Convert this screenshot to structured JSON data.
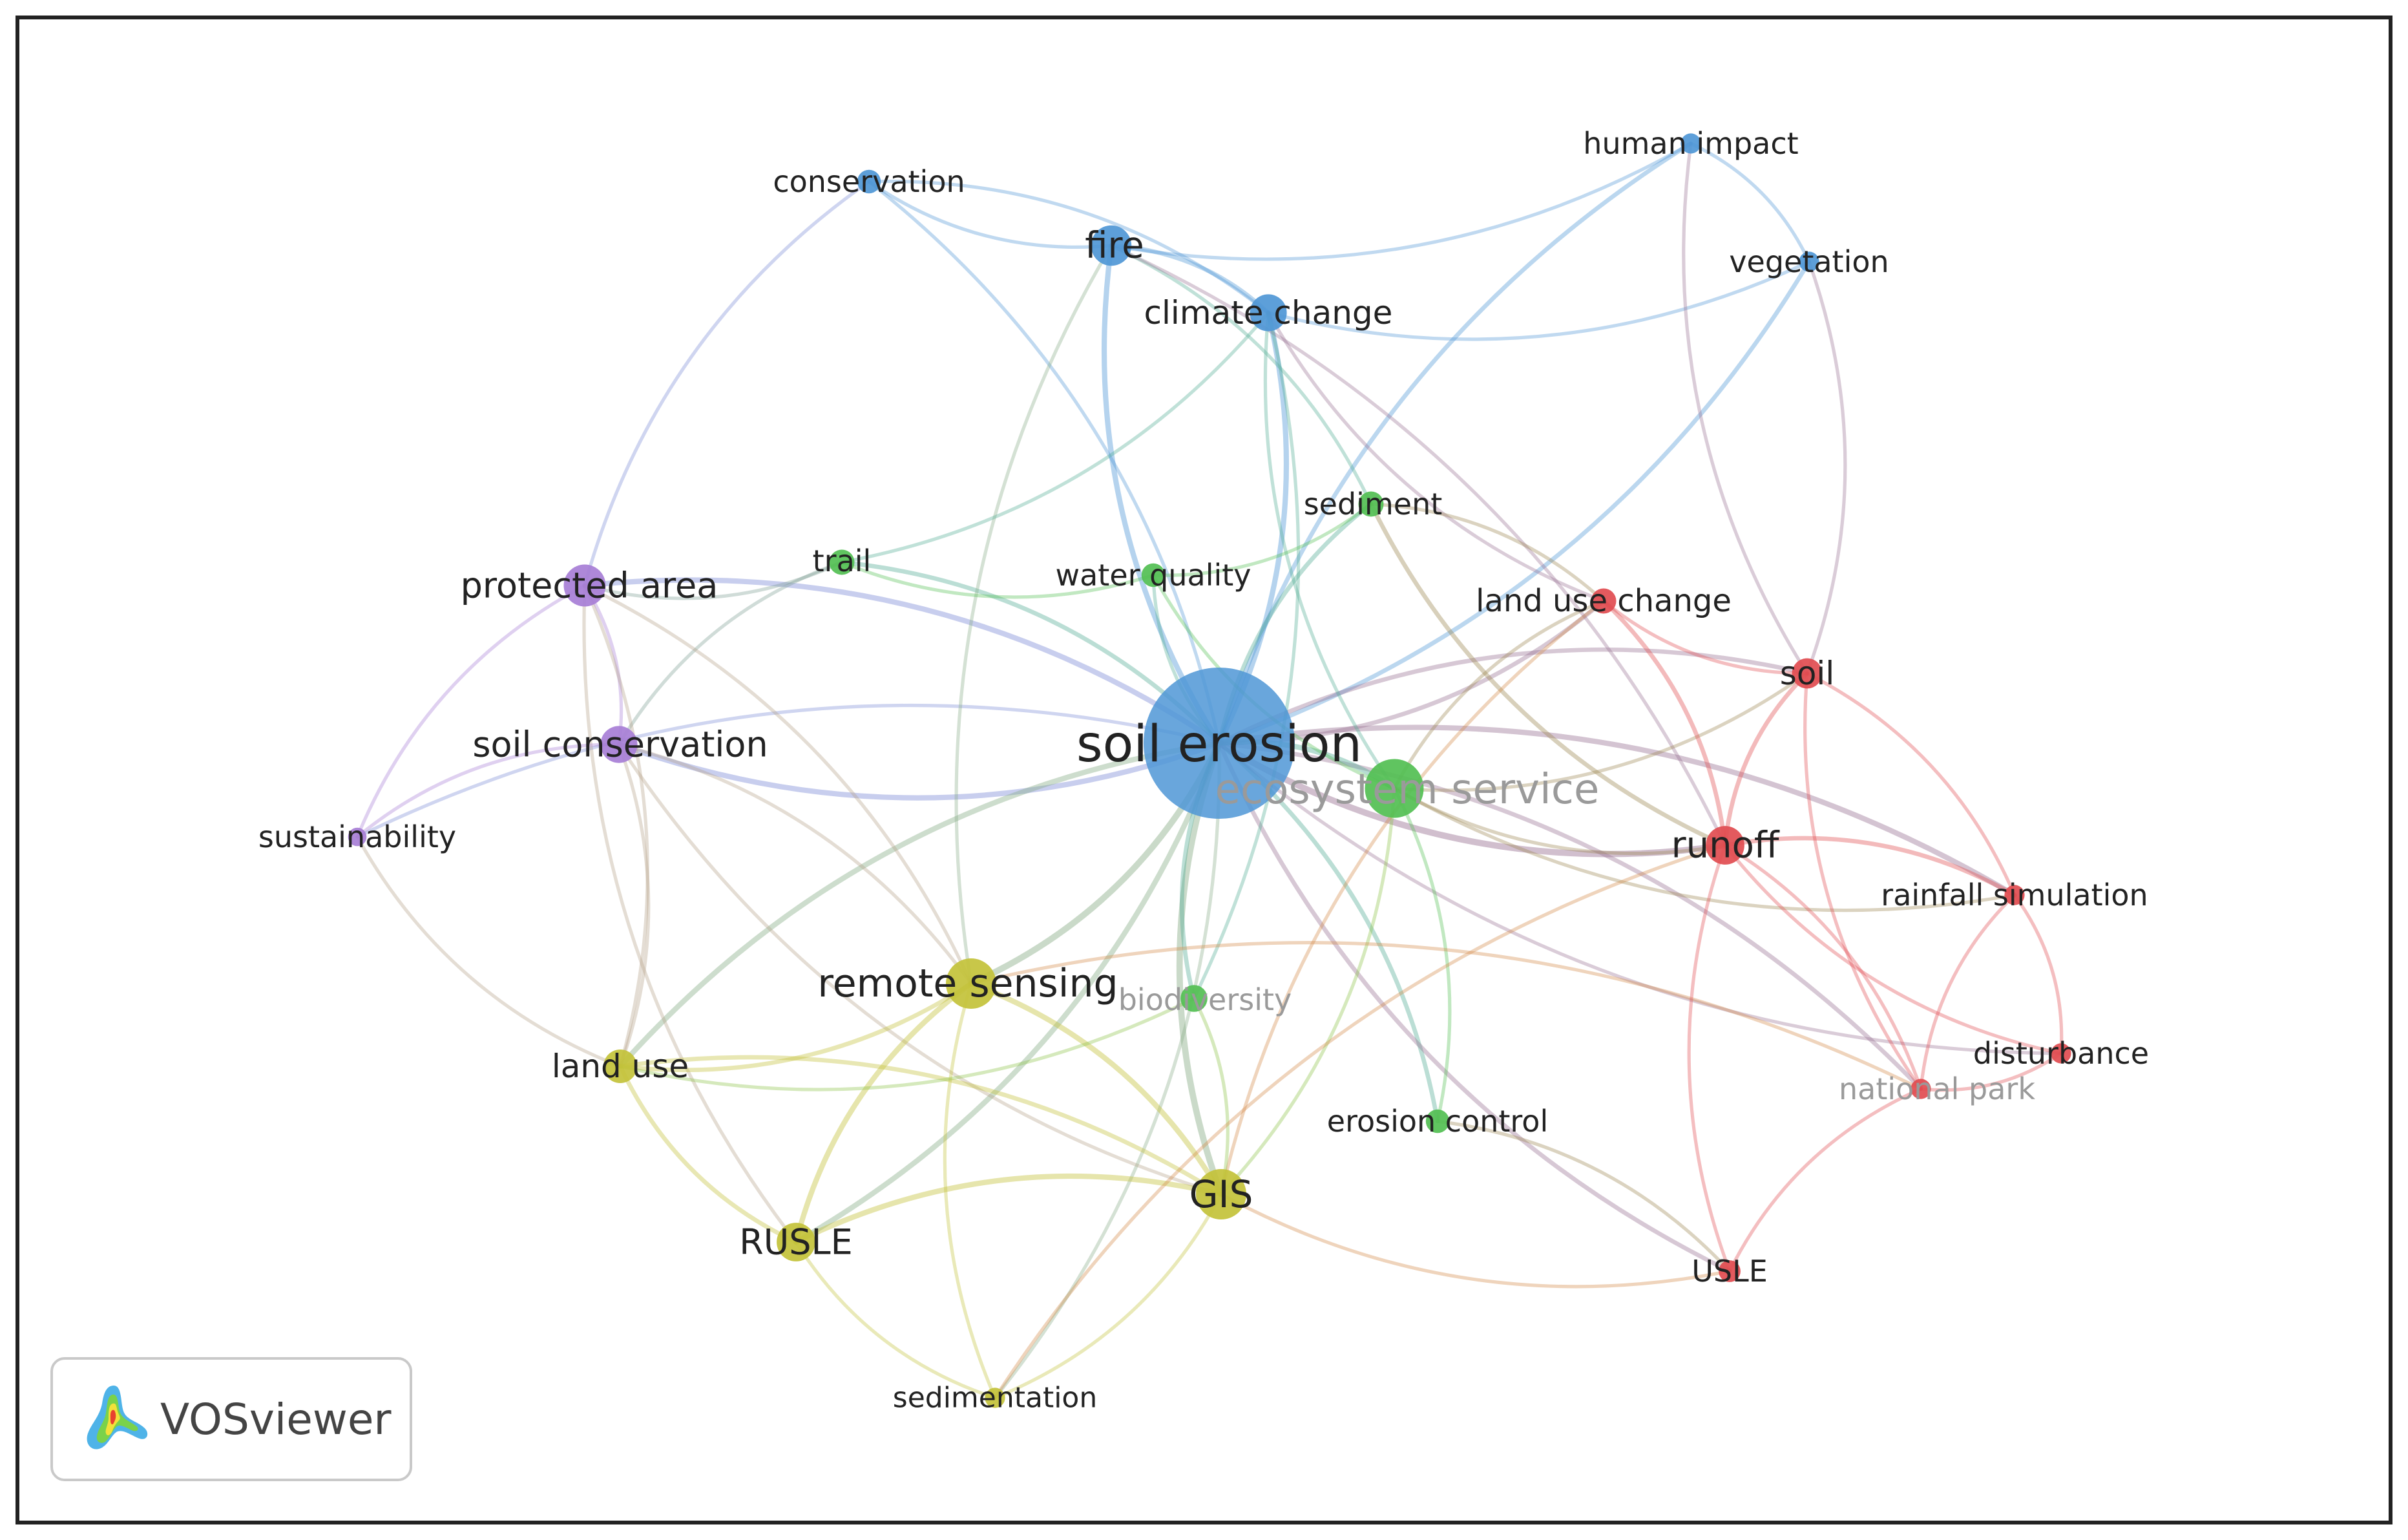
{
  "app": {
    "name": "VOSviewer"
  },
  "colors": {
    "cluster-blue": "#4f97d6",
    "cluster-green": "#52bf52",
    "cluster-red": "#e14c50",
    "cluster-yellow": "#c3c23a",
    "cluster-purple": "#a77ed6",
    "faded-label": "#9a9a9a",
    "label": "#222222"
  },
  "network": {
    "nodes": [
      {
        "id": "soil-erosion",
        "label": "soil erosion",
        "cluster": "cluster-blue",
        "size": 9
      },
      {
        "id": "ecosystem-service",
        "label": "ecosystem service",
        "cluster": "cluster-green",
        "size": 3.5,
        "faded": true
      },
      {
        "id": "conservation",
        "label": "conservation",
        "cluster": "cluster-blue",
        "size": 1.4
      },
      {
        "id": "fire",
        "label": "fire",
        "cluster": "cluster-blue",
        "size": 2.4
      },
      {
        "id": "climate-change",
        "label": "climate change",
        "cluster": "cluster-blue",
        "size": 2.2
      },
      {
        "id": "human-impact",
        "label": "human impact",
        "cluster": "cluster-blue",
        "size": 1.2
      },
      {
        "id": "vegetation",
        "label": "vegetation",
        "cluster": "cluster-blue",
        "size": 1.2
      },
      {
        "id": "sediment",
        "label": "sediment",
        "cluster": "cluster-green",
        "size": 1.5
      },
      {
        "id": "trail",
        "label": "trail",
        "cluster": "cluster-green",
        "size": 1.5
      },
      {
        "id": "water-quality",
        "label": "water quality",
        "cluster": "cluster-green",
        "size": 1.4
      },
      {
        "id": "biodiversity",
        "label": "biodiversity",
        "cluster": "cluster-green",
        "size": 1.6,
        "faded": true
      },
      {
        "id": "erosion-control",
        "label": "erosion control",
        "cluster": "cluster-green",
        "size": 1.4
      },
      {
        "id": "protected-area",
        "label": "protected area",
        "cluster": "cluster-purple",
        "size": 2.5
      },
      {
        "id": "soil-conservation",
        "label": "soil conservation",
        "cluster": "cluster-purple",
        "size": 2.2
      },
      {
        "id": "sustainability",
        "label": "sustainability",
        "cluster": "cluster-purple",
        "size": 1.1
      },
      {
        "id": "remote-sensing",
        "label": "remote sensing",
        "cluster": "cluster-yellow",
        "size": 3
      },
      {
        "id": "land-use",
        "label": "land use",
        "cluster": "cluster-yellow",
        "size": 2
      },
      {
        "id": "rusle",
        "label": "RUSLE",
        "cluster": "cluster-yellow",
        "size": 2.3
      },
      {
        "id": "gis",
        "label": "GIS",
        "cluster": "cluster-yellow",
        "size": 3
      },
      {
        "id": "sedimentation",
        "label": "sedimentation",
        "cluster": "cluster-yellow",
        "size": 1.2
      },
      {
        "id": "land-use-change",
        "label": "land use change",
        "cluster": "cluster-red",
        "size": 1.5
      },
      {
        "id": "soil",
        "label": "soil",
        "cluster": "cluster-red",
        "size": 1.8
      },
      {
        "id": "runoff",
        "label": "runoff",
        "cluster": "cluster-red",
        "size": 2.3
      },
      {
        "id": "rainfall-simulation",
        "label": "rainfall simulation",
        "cluster": "cluster-red",
        "size": 1.2
      },
      {
        "id": "disturbance",
        "label": "disturbance",
        "cluster": "cluster-red",
        "size": 1.2
      },
      {
        "id": "national-park",
        "label": "national park",
        "cluster": "cluster-red",
        "size": 1.2,
        "faded": true
      },
      {
        "id": "usle",
        "label": "USLE",
        "cluster": "cluster-red",
        "size": 1.3
      }
    ],
    "links": [
      [
        "soil-erosion",
        "conservation",
        1
      ],
      [
        "soil-erosion",
        "fire",
        2
      ],
      [
        "soil-erosion",
        "climate-change",
        2
      ],
      [
        "soil-erosion",
        "human-impact",
        1.5
      ],
      [
        "soil-erosion",
        "vegetation",
        1.5
      ],
      [
        "soil-erosion",
        "sediment",
        1.5
      ],
      [
        "soil-erosion",
        "trail",
        1.5
      ],
      [
        "soil-erosion",
        "water-quality",
        1
      ],
      [
        "soil-erosion",
        "protected-area",
        2
      ],
      [
        "soil-erosion",
        "soil-conservation",
        2
      ],
      [
        "soil-erosion",
        "sustainability",
        1
      ],
      [
        "soil-erosion",
        "remote-sensing",
        2.5
      ],
      [
        "soil-erosion",
        "land-use",
        2
      ],
      [
        "soil-erosion",
        "rusle",
        2
      ],
      [
        "soil-erosion",
        "gis",
        2.5
      ],
      [
        "soil-erosion",
        "sedimentation",
        1
      ],
      [
        "soil-erosion",
        "biodiversity",
        1.5
      ],
      [
        "soil-erosion",
        "erosion-control",
        1.5
      ],
      [
        "soil-erosion",
        "land-use-change",
        1.5
      ],
      [
        "soil-erosion",
        "soil",
        1.5
      ],
      [
        "soil-erosion",
        "runoff",
        2.5
      ],
      [
        "soil-erosion",
        "rainfall-simulation",
        2
      ],
      [
        "soil-erosion",
        "disturbance",
        1
      ],
      [
        "soil-erosion",
        "national-park",
        1.5
      ],
      [
        "soil-erosion",
        "usle",
        1.5
      ],
      [
        "soil-erosion",
        "ecosystem-service",
        2
      ],
      [
        "conservation",
        "fire",
        1
      ],
      [
        "conservation",
        "climate-change",
        1
      ],
      [
        "conservation",
        "protected-area",
        1
      ],
      [
        "fire",
        "climate-change",
        1.5
      ],
      [
        "fire",
        "human-impact",
        1
      ],
      [
        "fire",
        "sediment",
        1
      ],
      [
        "fire",
        "remote-sensing",
        1
      ],
      [
        "fire",
        "runoff",
        1
      ],
      [
        "climate-change",
        "vegetation",
        1
      ],
      [
        "climate-change",
        "trail",
        1
      ],
      [
        "climate-change",
        "ecosystem-service",
        1
      ],
      [
        "climate-change",
        "biodiversity",
        1
      ],
      [
        "climate-change",
        "land-use-change",
        1
      ],
      [
        "human-impact",
        "vegetation",
        1
      ],
      [
        "human-impact",
        "soil",
        1
      ],
      [
        "vegetation",
        "soil",
        1
      ],
      [
        "trail",
        "water-quality",
        1
      ],
      [
        "trail",
        "protected-area",
        1
      ],
      [
        "trail",
        "soil-conservation",
        1
      ],
      [
        "sediment",
        "land-use-change",
        1
      ],
      [
        "sediment",
        "runoff",
        1.5
      ],
      [
        "sediment",
        "water-quality",
        1
      ],
      [
        "water-quality",
        "ecosystem-service",
        1
      ],
      [
        "ecosystem-service",
        "land-use-change",
        1
      ],
      [
        "ecosystem-service",
        "soil",
        1
      ],
      [
        "ecosystem-service",
        "erosion-control",
        1
      ],
      [
        "ecosystem-service",
        "runoff",
        1
      ],
      [
        "ecosystem-service",
        "gis",
        1
      ],
      [
        "ecosystem-service",
        "rainfall-simulation",
        1
      ],
      [
        "protected-area",
        "soil-conservation",
        1
      ],
      [
        "protected-area",
        "sustainability",
        1
      ],
      [
        "protected-area",
        "land-use",
        1
      ],
      [
        "protected-area",
        "rusle",
        1
      ],
      [
        "protected-area",
        "remote-sensing",
        1
      ],
      [
        "soil-conservation",
        "sustainability",
        1
      ],
      [
        "soil-conservation",
        "land-use",
        1
      ],
      [
        "soil-conservation",
        "gis",
        1
      ],
      [
        "soil-conservation",
        "remote-sensing",
        1
      ],
      [
        "sustainability",
        "land-use",
        1
      ],
      [
        "remote-sensing",
        "land-use",
        1.5
      ],
      [
        "remote-sensing",
        "rusle",
        2
      ],
      [
        "remote-sensing",
        "gis",
        2
      ],
      [
        "remote-sensing",
        "sedimentation",
        1
      ],
      [
        "remote-sensing",
        "national-park",
        1
      ],
      [
        "land-use",
        "rusle",
        1.5
      ],
      [
        "land-use",
        "gis",
        1.5
      ],
      [
        "land-use",
        "biodiversity",
        1
      ],
      [
        "rusle",
        "gis",
        2
      ],
      [
        "rusle",
        "sedimentation",
        1
      ],
      [
        "gis",
        "sedimentation",
        1
      ],
      [
        "gis",
        "usle",
        1
      ],
      [
        "gis",
        "land-use-change",
        1
      ],
      [
        "gis",
        "biodiversity",
        1
      ],
      [
        "sedimentation",
        "runoff",
        1
      ],
      [
        "land-use-change",
        "soil",
        1
      ],
      [
        "land-use-change",
        "runoff",
        1.5
      ],
      [
        "soil",
        "runoff",
        1.5
      ],
      [
        "soil",
        "rainfall-simulation",
        1
      ],
      [
        "soil",
        "national-park",
        1
      ],
      [
        "runoff",
        "rainfall-simulation",
        1.5
      ],
      [
        "runoff",
        "disturbance",
        1
      ],
      [
        "runoff",
        "national-park",
        1
      ],
      [
        "runoff",
        "usle",
        1
      ],
      [
        "rainfall-simulation",
        "disturbance",
        1
      ],
      [
        "rainfall-simulation",
        "national-park",
        1
      ],
      [
        "disturbance",
        "national-park",
        1
      ],
      [
        "national-park",
        "usle",
        1
      ],
      [
        "erosion-control",
        "usle",
        1
      ]
    ]
  }
}
